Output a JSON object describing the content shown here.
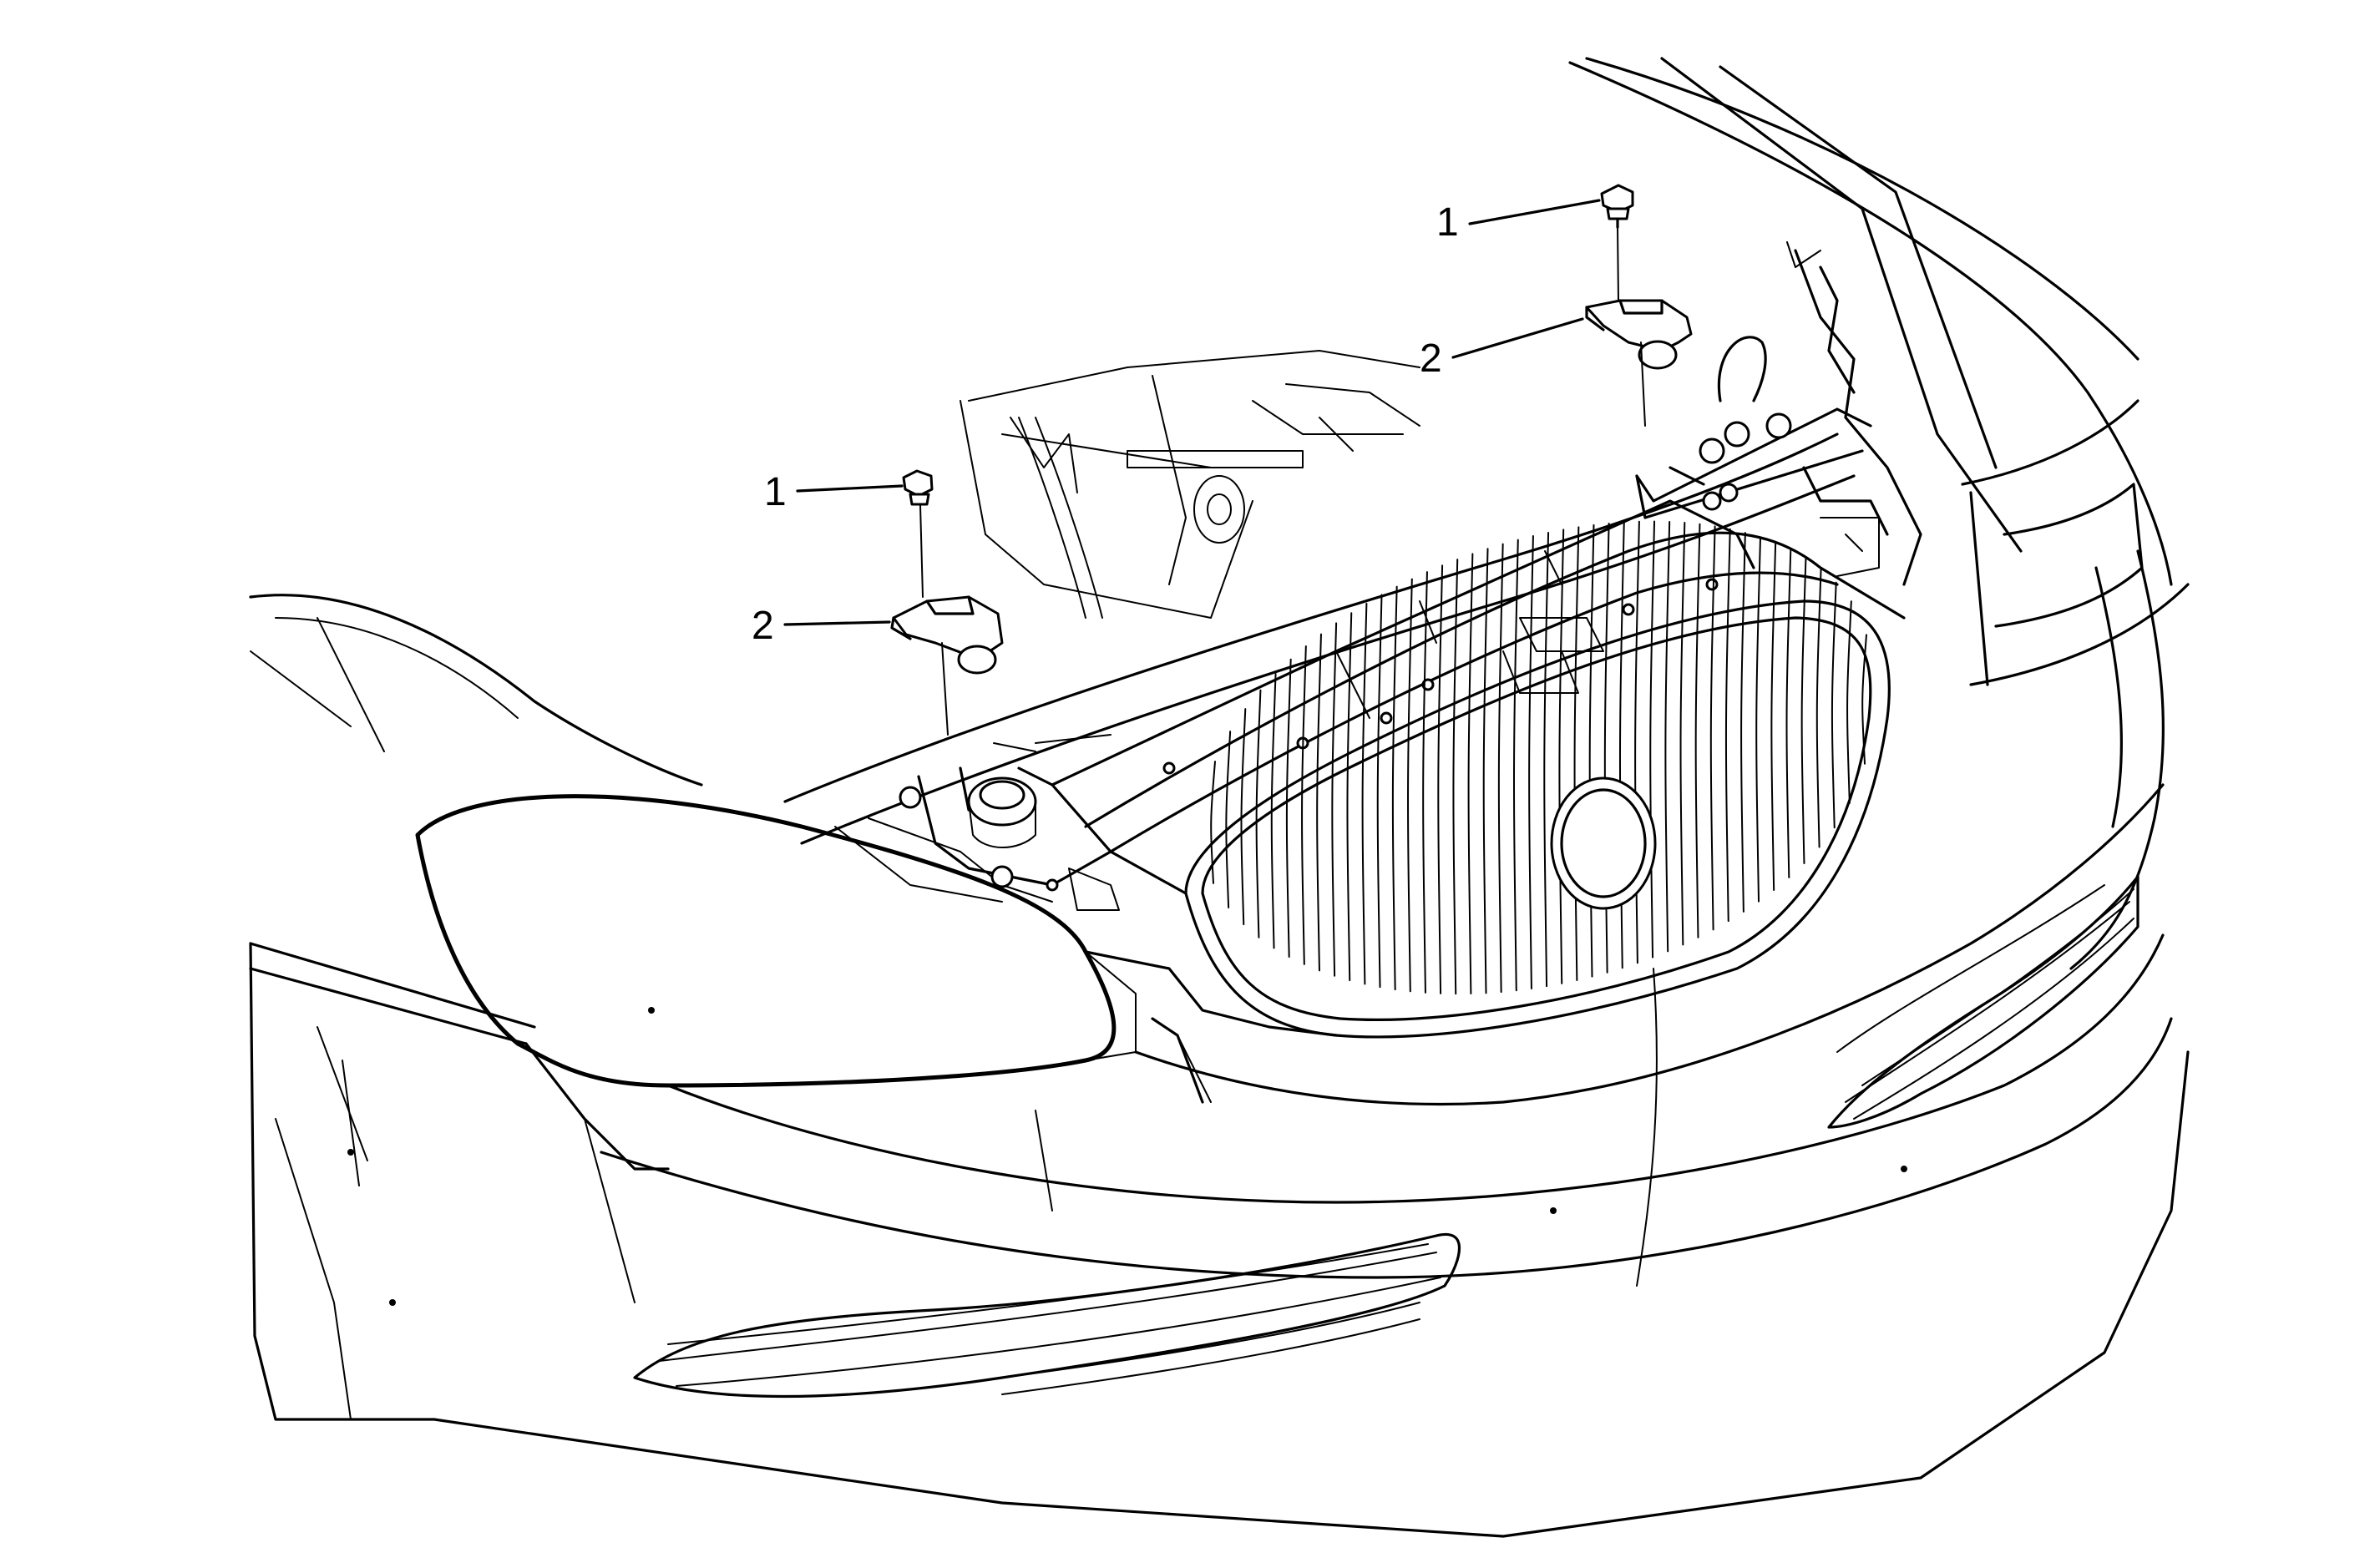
{
  "callouts": [
    {
      "id": "bolt-right",
      "label": "1"
    },
    {
      "id": "bracket-right",
      "label": "2"
    },
    {
      "id": "bolt-left",
      "label": "1"
    },
    {
      "id": "bracket-left",
      "label": "2"
    }
  ],
  "colors": {
    "line": "#000000",
    "background": "#ffffff"
  }
}
